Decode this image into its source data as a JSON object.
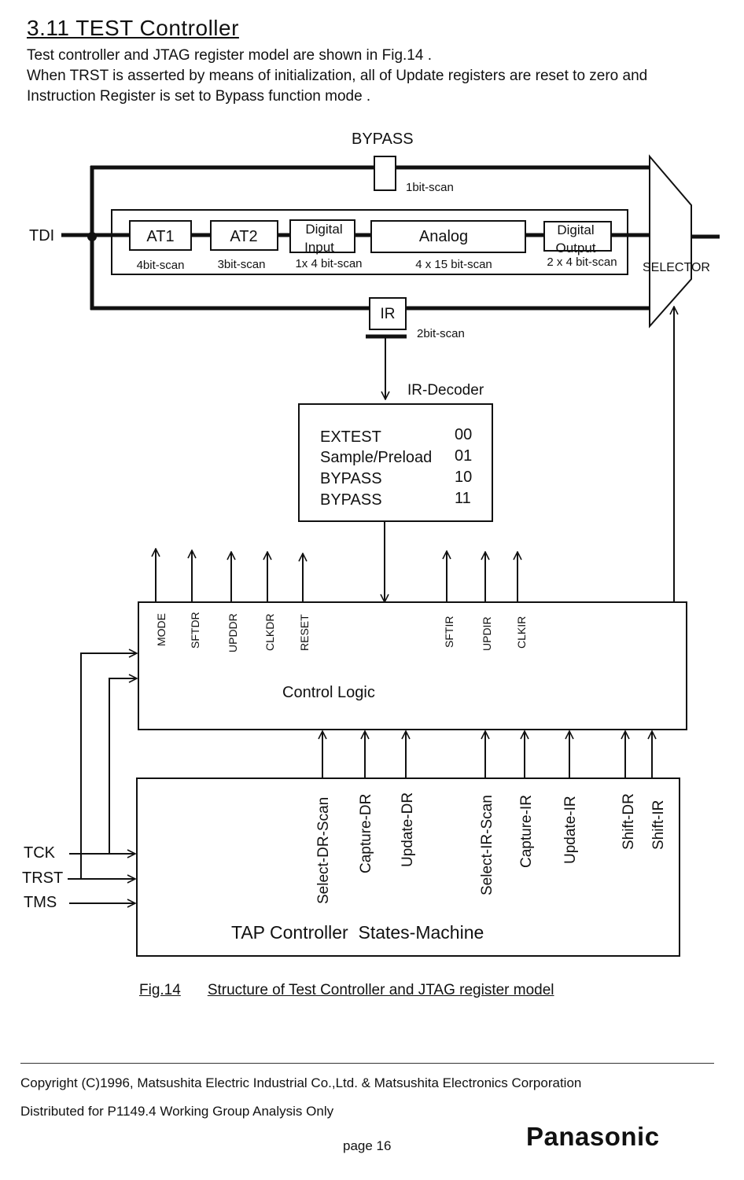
{
  "section": {
    "heading": "3.11 TEST    Controller",
    "paragraphs": [
      "Test controller and JTAG register model are shown in Fig.14 .",
      "When TRST is asserted by means of initialization, all of Update registers are reset to zero and",
      "Instruction Register is set to Bypass function mode ."
    ]
  },
  "diagram": {
    "bypass_title": "BYPASS",
    "bypass_scan": "1bit-scan",
    "tdi": "TDI",
    "selector": "SELECTOR",
    "registers": [
      {
        "name": "AT1",
        "scan": "4bit-scan"
      },
      {
        "name": "AT2",
        "scan": "3bit-scan"
      },
      {
        "name_line1": "Digital",
        "name_line2": "Input",
        "scan": "1x 4 bit-scan"
      },
      {
        "name": "Analog",
        "scan": "4 x 15 bit-scan"
      },
      {
        "name_line1": "Digital",
        "name_line2": "Output",
        "scan": "2 x 4 bit-scan"
      }
    ],
    "ir": {
      "name": "IR",
      "scan": "2bit-scan"
    },
    "decoder": {
      "title": "IR-Decoder",
      "rows": [
        {
          "instr": "EXTEST",
          "code": "00"
        },
        {
          "instr": "Sample/Preload",
          "code": "01"
        },
        {
          "instr": "BYPASS",
          "code": "10"
        },
        {
          "instr": "BYPASS",
          "code": "11"
        }
      ]
    },
    "control_logic": {
      "label": "Control Logic",
      "outputs": [
        "MODE",
        "SFTDR",
        "UPDDR",
        "CLKDR",
        "RESET",
        "SFTIR",
        "UPDIR",
        "CLKIR"
      ]
    },
    "tap": {
      "label": "TAP Controller  States-Machine",
      "signals": [
        "Select-DR-Scan",
        "Capture-DR",
        "Update-DR",
        "Select-IR-Scan",
        "Capture-IR",
        "Update-IR",
        "Shift-DR",
        "Shift-IR"
      ]
    },
    "inputs": [
      "TCK",
      "TRST",
      "TMS"
    ]
  },
  "caption": {
    "fig": "Fig.14",
    "text": "Structure of Test Controller and JTAG register model"
  },
  "footer": {
    "copyright": "Copyright (C)1996, Matsushita Electric Industrial Co.,Ltd. &   Matsushita Electronics Corporation",
    "distributed": "Distributed for P1149.4 Working Group Analysis Only",
    "page": "page 16",
    "logo": "Panasonic"
  }
}
